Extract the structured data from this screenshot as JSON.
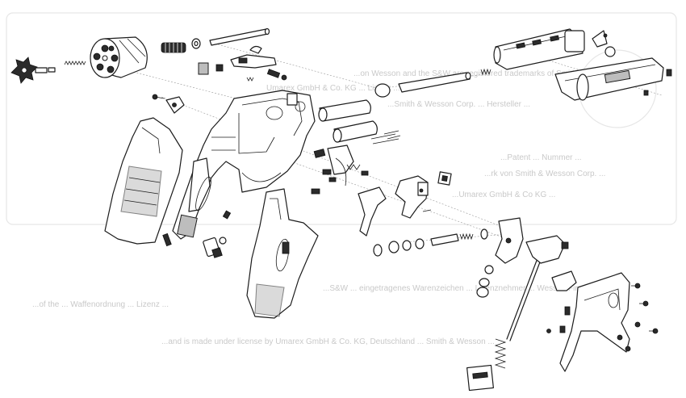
{
  "diagram": {
    "background": "#ffffff",
    "line_color": "#1c1c1c",
    "ghost_color": "#c9c9c9",
    "ghost_text": [
      "...on Wesson and the S&W are registered trademarks of Smith & Wesson...",
      "Umarex GmbH & Co. KG ... Lizenz ...",
      "...Smith & Wesson Corp. ... Hersteller ...",
      "...Patent ... Nummer ...",
      "...rk von Smith & Wesson Corp. ...",
      "...Umarex GmbH & Co KG ...",
      "...S&W ... eingetragenes Warenzeichen ... Lizenznehmer ... Wesson Firearms, USA",
      "...of the ... Waffenordnung ... Lizenz ...",
      "...and is made under license by Umarex GmbH & Co. KG, Deutschland ... Smith & Wesson ..."
    ],
    "parts": [
      "star-extractor",
      "extractor-spring",
      "cylinder",
      "cylinder-spring",
      "center-pin",
      "washer",
      "cylinder-latch",
      "frame",
      "barrel-shroud",
      "inner-barrel",
      "grip-left",
      "grip-right",
      "hammer",
      "trigger",
      "mainspring",
      "side-plate",
      "screw"
    ]
  }
}
